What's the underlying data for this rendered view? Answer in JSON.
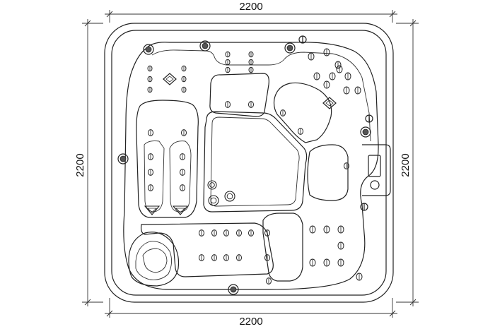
{
  "dimensions": {
    "top": "2200",
    "bottom": "2200",
    "left": "2200",
    "right": "2200"
  },
  "colors": {
    "line": "#222222",
    "background": "#ffffff"
  },
  "icons": [
    "jet-icon",
    "valve-icon",
    "cup-holder-icon",
    "control-panel-icon"
  ]
}
